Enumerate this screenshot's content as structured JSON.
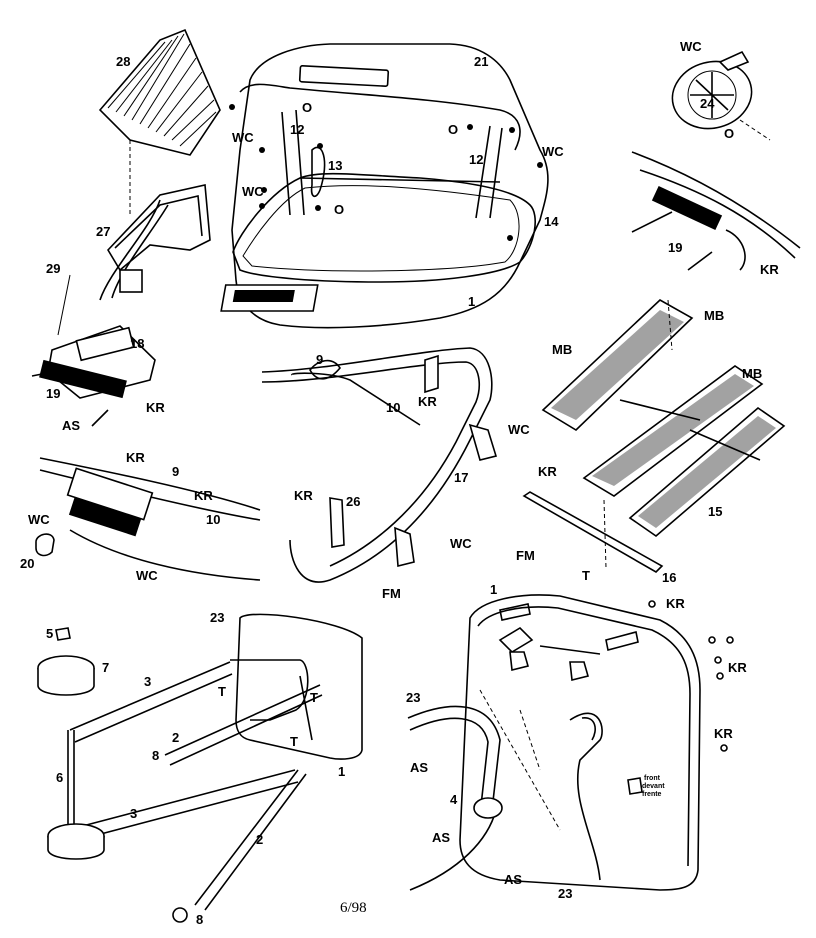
{
  "footer": {
    "page_code": "6/98"
  },
  "labels": {
    "l28": "28",
    "l21": "21",
    "lWC_top": "WC",
    "l24": "24",
    "lO_knob": "O",
    "lO_a": "O",
    "lWC_a": "WC",
    "l12_a": "12",
    "l13": "13",
    "lO_b": "O",
    "l12_b": "12",
    "lWC_b": "WC",
    "lWC_c": "WC",
    "lO_c": "O",
    "l14": "14",
    "l27": "27",
    "l19_a": "19",
    "lKR_a": "KR",
    "l1_a": "1",
    "l29": "29",
    "l18": "18",
    "l19_b": "19",
    "lKR_b": "KR",
    "lAS_a": "AS",
    "l9_a": "9",
    "l10_a": "10",
    "lKR_c": "KR",
    "lWC_d": "WC",
    "l17": "17",
    "lMB_a": "MB",
    "lMB_b": "MB",
    "lMB_c": "MB",
    "lKR_d": "KR",
    "lKR_e": "KR",
    "l9_b": "9",
    "lKR_f": "KR",
    "l10_b": "10",
    "lWC_e": "WC",
    "l20": "20",
    "lWC_f": "WC",
    "lKR_g": "KR",
    "l26": "26",
    "lWC_g": "WC",
    "lFM_a": "FM",
    "l15": "15",
    "lFM_b": "FM",
    "lT_a": "T",
    "l16": "16",
    "l5": "5",
    "l7": "7",
    "l23_a": "23",
    "l3_a": "3",
    "lT_b": "T",
    "lT_c": "T",
    "l2_a": "2",
    "l8_a": "8",
    "lT_d": "T",
    "l6": "6",
    "l1_b": "1",
    "l3_b": "3",
    "l2_b": "2",
    "l8_b": "8",
    "l1_c": "1",
    "lKR_h": "KR",
    "lKR_i": "KR",
    "l23_b": "23",
    "lKR_j": "KR",
    "lAS_b": "AS",
    "l4": "4",
    "lAS_c": "AS",
    "lAS_d": "AS",
    "l23_c": "23"
  },
  "decal": {
    "line1": "front",
    "line2": "devant",
    "line3": "frente"
  }
}
